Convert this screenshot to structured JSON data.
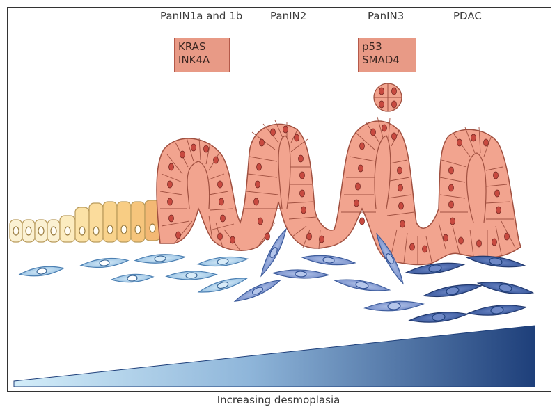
{
  "stages": {
    "panin1": "PanIN1a and 1b",
    "panin2": "PanIN2",
    "panin3": "PanIN3",
    "pdac": "PDAC"
  },
  "genes_early": {
    "line1": "KRAS",
    "line2": "INK4A"
  },
  "genes_late": {
    "line1": "p53",
    "line2": "SMAD4"
  },
  "caption": "Increasing desmoplasia",
  "colors": {
    "normal_cell": "#fbefc8",
    "duct_cell": "#f2a48f",
    "nucleus": "#c84a40",
    "fibroblast_light": "#a9cfe8",
    "fibroblast_dark": "#2f4f94",
    "gradient_start": "#c7e6f6",
    "gradient_end": "#1e3f7a"
  }
}
